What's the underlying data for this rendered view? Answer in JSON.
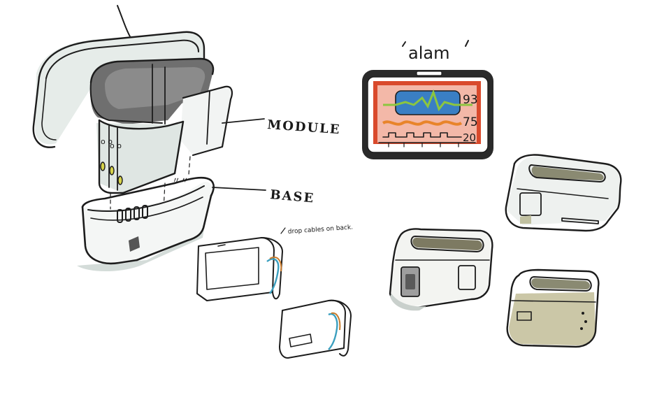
{
  "labels": {
    "module": "MODULE",
    "base": "BASE",
    "cable_note": "drop cables on back.",
    "alarm": "alam"
  },
  "screen_readouts": {
    "top": "93",
    "middle": "75",
    "bottom": "20"
  },
  "colors": {
    "screen_frame": "#2a2a2a",
    "screen_bg": "#d94a2c",
    "wave_green": "#8cc63f",
    "wave_orange": "#e8842a",
    "panel_blue": "#3a7fc4",
    "shade_grey": "#7a7a7a",
    "shade_light": "#dfe5e2",
    "shade_khaki": "#b9b48a"
  }
}
